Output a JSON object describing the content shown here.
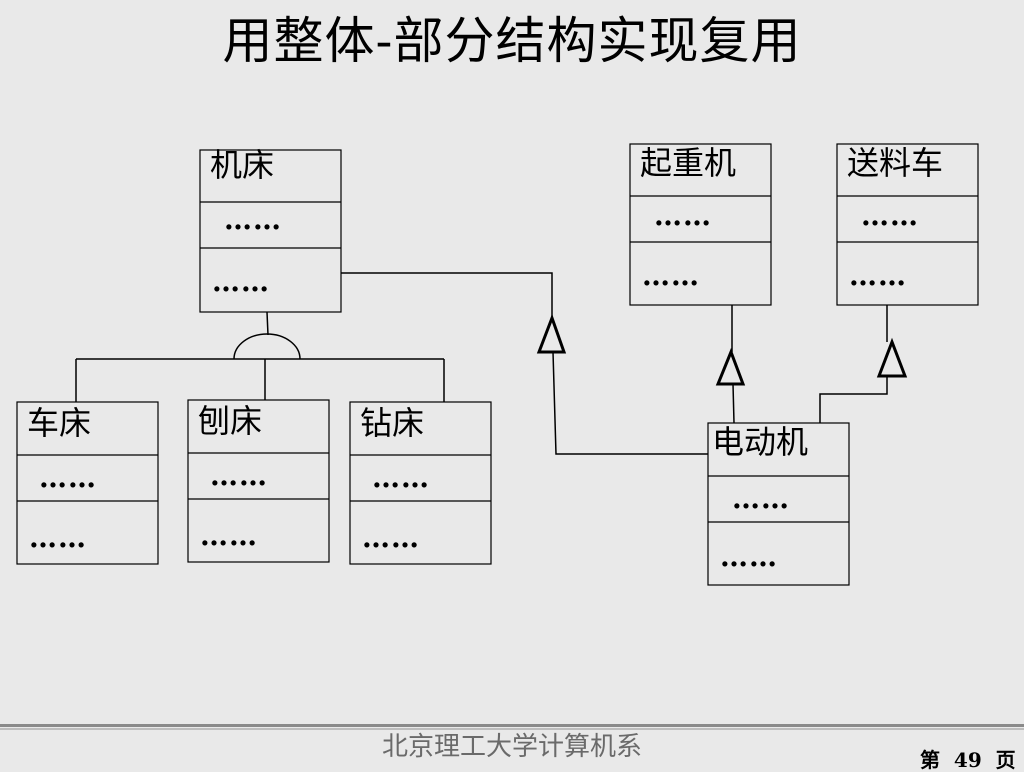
{
  "title": "用整体-部分结构实现复用",
  "classes": {
    "machine_tool": {
      "name": "机床",
      "attr": "……",
      "op": "……"
    },
    "crane": {
      "name": "起重机",
      "attr": "……",
      "op": "……"
    },
    "feeder_cart": {
      "name": "送料车",
      "attr": "……",
      "op": "……"
    },
    "lathe": {
      "name": "车床",
      "attr": "……",
      "op": "……"
    },
    "planer": {
      "name": "刨床",
      "attr": "……",
      "op": "……"
    },
    "drill": {
      "name": "钻床",
      "attr": "……",
      "op": "……"
    },
    "motor": {
      "name": "电动机",
      "attr": "……",
      "op": "……"
    }
  },
  "footer": {
    "institution": "北京理工大学计算机系",
    "page_label": "第  49  页"
  },
  "colors": {
    "background": "#e9e9e9",
    "line": "#000000",
    "footer_text": "#6a6a6a"
  }
}
